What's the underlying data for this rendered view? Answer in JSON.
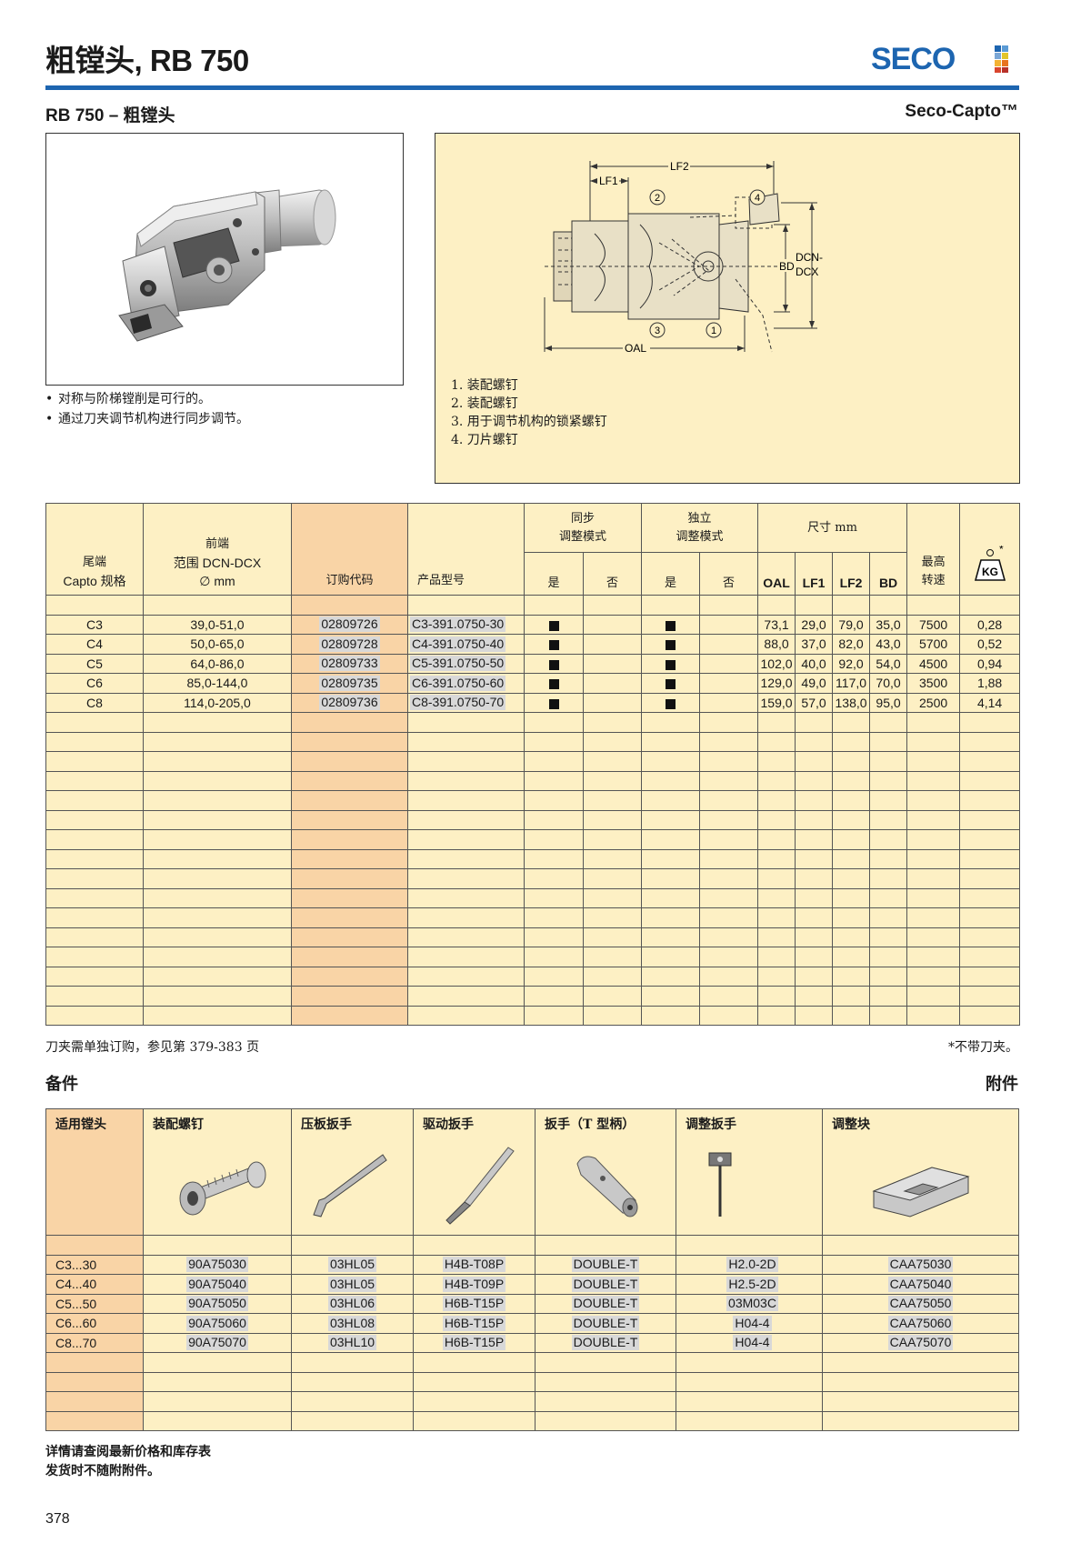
{
  "header": {
    "title": "粗镗头, RB 750",
    "subtitle": "RB 750 – 粗镗头",
    "subtitle_right": "Seco-Capto™",
    "logo_text": "SECO"
  },
  "bullets": [
    "对称与阶梯镗削是可行的。",
    "通过刀夹调节机构进行同步调节。"
  ],
  "diagram": {
    "labels": {
      "lf2": "LF2",
      "lf1": "LF1",
      "bd": "BD",
      "dcn": "DCN-",
      "dcx": "DCX",
      "oal": "OAL",
      "c1": "1",
      "c2": "2",
      "c3": "3",
      "c4": "4"
    },
    "legend": [
      "1. 装配螺钉",
      "2. 装配螺钉",
      "3. 用于调节机构的锁紧螺钉",
      "4. 刀片螺钉"
    ]
  },
  "table": {
    "headers": {
      "shank_1": "尾端",
      "shank_2": "Capto 规格",
      "range_1": "前端",
      "range_2": "范围 DCN-DCX",
      "range_3": "∅ mm",
      "order": "订购代码",
      "model": "产品型号",
      "sync_1": "同步",
      "sync_2": "调整模式",
      "indep_1": "独立",
      "indep_2": "调整模式",
      "dims": "尺寸 mm",
      "yes": "是",
      "no": "否",
      "oal": "OAL",
      "lf1": "LF1",
      "lf2": "LF2",
      "bd": "BD",
      "rpm_1": "最高",
      "rpm_2": "转速",
      "kg": "KG",
      "kg_star": "*"
    },
    "rows": [
      {
        "shank": "C3",
        "range": "39,0-51,0",
        "order": "02809726",
        "model": "C3-391.0750-30",
        "oal": "73,1",
        "lf1": "29,0",
        "lf2": "79,0",
        "bd": "35,0",
        "rpm": "7500",
        "kg": "0,28"
      },
      {
        "shank": "C4",
        "range": "50,0-65,0",
        "order": "02809728",
        "model": "C4-391.0750-40",
        "oal": "88,0",
        "lf1": "37,0",
        "lf2": "82,0",
        "bd": "43,0",
        "rpm": "5700",
        "kg": "0,52"
      },
      {
        "shank": "C5",
        "range": "64,0-86,0",
        "order": "02809733",
        "model": "C5-391.0750-50",
        "oal": "102,0",
        "lf1": "40,0",
        "lf2": "92,0",
        "bd": "54,0",
        "rpm": "4500",
        "kg": "0,94"
      },
      {
        "shank": "C6",
        "range": "85,0-144,0",
        "order": "02809735",
        "model": "C6-391.0750-60",
        "oal": "129,0",
        "lf1": "49,0",
        "lf2": "117,0",
        "bd": "70,0",
        "rpm": "3500",
        "kg": "1,88"
      },
      {
        "shank": "C8",
        "range": "114,0-205,0",
        "order": "02809736",
        "model": "C8-391.0750-70",
        "oal": "159,0",
        "lf1": "57,0",
        "lf2": "138,0",
        "bd": "95,0",
        "rpm": "2500",
        "kg": "4,14"
      }
    ]
  },
  "notes": {
    "left": "刀夹需单独订购，参见第  379-383 页",
    "right": "*不带刀夹。"
  },
  "spare": {
    "title": "备件",
    "acc_title": "附件",
    "headers": [
      "适用镗头",
      "装配螺钉",
      "压板扳手",
      "驱动扳手",
      "扳手（T 型柄）",
      "调整扳手"
    ],
    "acc_header": "调整块",
    "rows": [
      {
        "head": "C3...30",
        "screw": "90A75030",
        "wrench": "03HL05",
        "driver": "H4B-T08P",
        "t": "DOUBLE-T",
        "adj": "H2.0-2D",
        "block": "CAA75030"
      },
      {
        "head": "C4...40",
        "screw": "90A75040",
        "wrench": "03HL05",
        "driver": "H4B-T09P",
        "t": "DOUBLE-T",
        "adj": "H2.5-2D",
        "block": "CAA75040"
      },
      {
        "head": "C5...50",
        "screw": "90A75050",
        "wrench": "03HL06",
        "driver": "H6B-T15P",
        "t": "DOUBLE-T",
        "adj": "03M03C",
        "block": "CAA75050"
      },
      {
        "head": "C6...60",
        "screw": "90A75060",
        "wrench": "03HL08",
        "driver": "H6B-T15P",
        "t": "DOUBLE-T",
        "adj": "H04-4",
        "block": "CAA75060"
      },
      {
        "head": "C8...70",
        "screw": "90A75070",
        "wrench": "03HL10",
        "driver": "H6B-T15P",
        "t": "DOUBLE-T",
        "adj": "H04-4",
        "block": "CAA75070"
      }
    ]
  },
  "footer": {
    "line1": "详情请查阅最新价格和库存表",
    "line2": "发货时不随附附件。",
    "page": "378"
  },
  "colors": {
    "brand_blue": "#1d65b0",
    "cream": "#fdf0c4",
    "peach": "#f9d4a6"
  }
}
